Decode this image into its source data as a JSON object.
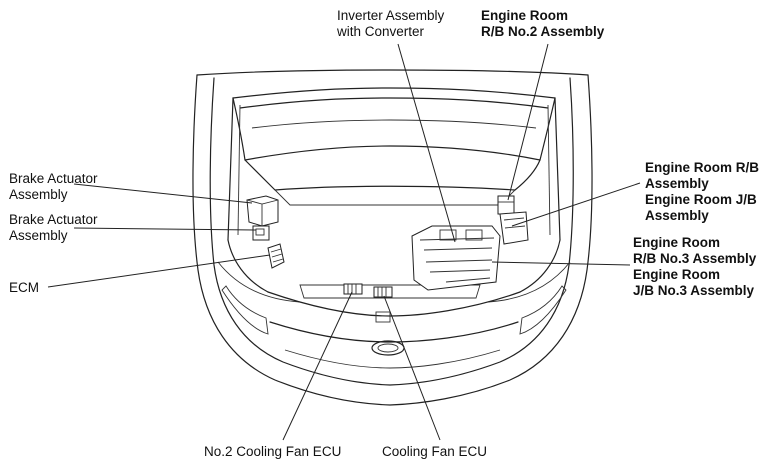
{
  "labels": {
    "inverter": [
      "Inverter Assembly",
      "with Converter"
    ],
    "engine_room_rb2": [
      "Engine Room",
      "R/B No.2 Assembly"
    ],
    "brake_actuator_1": [
      "Brake Actuator",
      "Assembly"
    ],
    "brake_actuator_2": [
      "Brake Actuator",
      "Assembly"
    ],
    "ecm": "ECM",
    "engine_room_rb_jb": [
      "Engine Room R/B",
      "Assembly",
      "Engine Room J/B",
      "Assembly"
    ],
    "engine_room_no3": [
      "Engine Room",
      "R/B No.3 Assembly",
      "Engine Room",
      "J/B No.3 Assembly"
    ],
    "no2_cooling_fan_ecu": "No.2 Cooling Fan ECU",
    "cooling_fan_ecu": "Cooling Fan ECU"
  }
}
